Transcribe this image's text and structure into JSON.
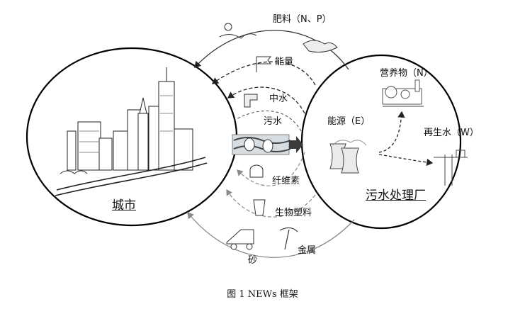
{
  "labels": {
    "fertilizer": "肥料（N、P）",
    "energy": "能量",
    "reclaimed_water": "中水",
    "sewage": "污水",
    "cellulose": "纤维素",
    "bioplastic": "生物塑料",
    "metal": "金属",
    "sand": "砂",
    "city": "城市",
    "wwtp": "污水处理厂",
    "nutrients": "营养物（N）",
    "energy_source": "能源（E）",
    "recycled_water": "再生水（W）"
  },
  "caption": "图 1    NEWs 框架",
  "colors": {
    "line": "#000000",
    "arrow_gray": "#8a8a8a",
    "background": "#ffffff"
  }
}
